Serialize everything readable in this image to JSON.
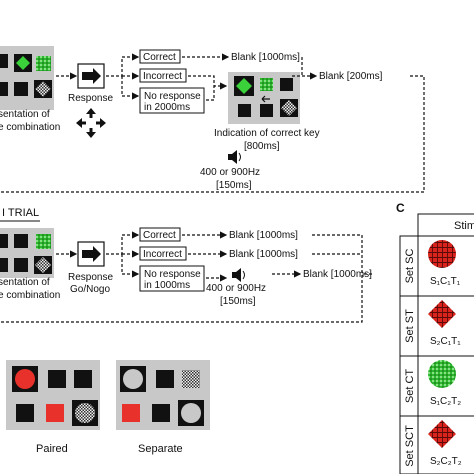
{
  "training_trial": {
    "presentation_caption_line1": "sentation of",
    "presentation_caption_line2": "e combination",
    "response_label": "Response",
    "correct_label": "Correct",
    "incorrect_label": "Incorrect",
    "no_response_line1": "No response",
    "no_response_line2": "in 2000ms",
    "blank_1000": "Blank [1000ms]",
    "blank_200": "Blank [200ms]",
    "indication_line1": "Indication of correct key",
    "indication_line2": "[800ms]",
    "tone_line1": "400 or 900Hz",
    "tone_line2": "[150ms]"
  },
  "test_trial": {
    "heading": "I TRIAL",
    "presentation_caption_line1": "sentation of",
    "presentation_caption_line2": "e combination",
    "response_line1": "Response",
    "response_line2": "Go/Nogo",
    "correct_label": "Correct",
    "incorrect_label": "Incorrect",
    "no_response_line1": "No response",
    "no_response_line2": "in 1000ms",
    "blank_1000_a": "Blank [1000ms]",
    "blank_1000_b": "Blank [1000ms]",
    "blank_1000_c": "Blank [1000ms]",
    "tone_line1": "400 or 900Hz",
    "tone_line2": "[150ms]"
  },
  "layouts": {
    "paired_label": "Paired",
    "separate_label": "Separate"
  },
  "panel_c": {
    "letter": "C",
    "header": "Stim",
    "rows": [
      {
        "set": "Set SC",
        "stimulus": "S₁C₁T₁"
      },
      {
        "set": "Set ST",
        "stimulus": "S₂C₁T₁"
      },
      {
        "set": "Set CT",
        "stimulus": "S₁C₂T₂"
      },
      {
        "set": "Set SCT",
        "stimulus": "S₂C₂T₂"
      }
    ]
  },
  "colors": {
    "red": "#e8312b",
    "green": "#3bd13b",
    "grey_panel": "#c8c8c8",
    "dark": "#111111"
  }
}
